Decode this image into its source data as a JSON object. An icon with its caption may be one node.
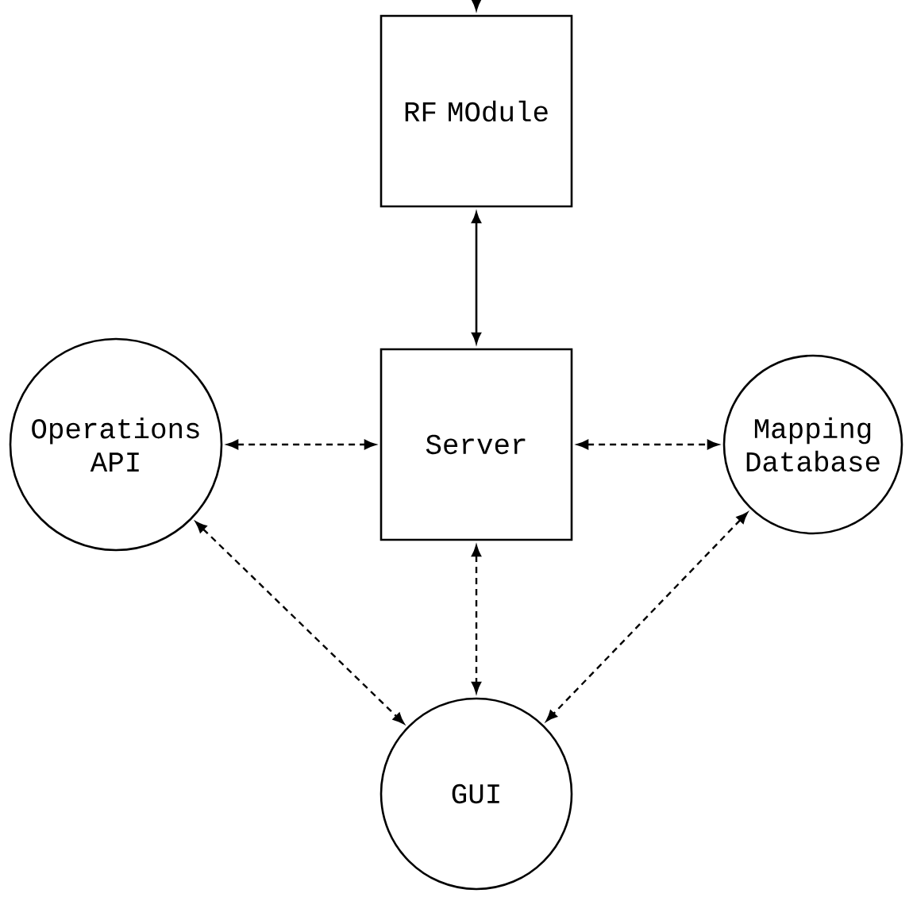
{
  "diagram": {
    "nodes": [
      {
        "text": [
          "RF MOdule"
        ]
      },
      {
        "text": [
          "Operations API"
        ]
      },
      {
        "text": [
          "Server"
        ]
      },
      {
        "text": [
          "Mapping Database"
        ]
      },
      {
        "text": [
          "GUI"
        ]
      }
    ],
    "edges": [
      {
        "from": null,
        "to": 0,
        "arrow": "to"
      },
      {
        "from": 0,
        "to": 2,
        "arrow": "both"
      },
      {
        "from": 1,
        "to": 2,
        "arrow": "both",
        "style": "dashed"
      },
      {
        "from": 2,
        "to": 3,
        "arrow": "both",
        "style": "dashed"
      },
      {
        "from": 1,
        "to": 4,
        "arrow": "both",
        "style": "dashed"
      },
      {
        "from": 2,
        "to": 4,
        "arrow": "both",
        "style": "dashed"
      },
      {
        "from": 3,
        "to": 4,
        "arrow": "both",
        "style": "dashed"
      }
    ]
  }
}
